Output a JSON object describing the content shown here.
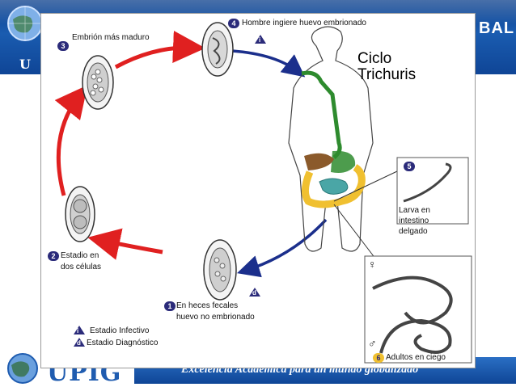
{
  "title": [
    "Ciclo",
    "Trichuris"
  ],
  "stages": [
    {
      "number": "1",
      "label": [
        "En heces fecales",
        "huevo no embrionado"
      ]
    },
    {
      "number": "2",
      "label": [
        "Estadio en",
        "dos células"
      ]
    },
    {
      "number": "3",
      "label": [
        "Embrión más maduro"
      ]
    },
    {
      "number": "4",
      "label": [
        "Hombre ingiere huevo embrionado"
      ]
    },
    {
      "number": "5",
      "label": [
        "Larva en",
        "intestino",
        "delgado"
      ]
    },
    {
      "number": "6",
      "label": [
        "Adultos en ciego"
      ]
    }
  ],
  "stage_marks": {
    "infective": "i",
    "diagnostic": "d"
  },
  "legend": {
    "infective": "Estadio Infectivo",
    "diagnostic": "Estadio Diagnóstico"
  },
  "sex_symbols": {
    "female": "♀",
    "male": "♂"
  },
  "banner": {
    "right_text": "BAL",
    "logo_letter": "U",
    "logo_name": "UPIG",
    "slogan": "Excelencia Académica para un mundo globalizado"
  },
  "colors": {
    "banner_blue": "#1a5cb0",
    "arrow_red": "#e02020",
    "arrow_blue": "#1b2f8c",
    "esophagus_green": "#2e8b2e",
    "colon_yellow": "#f0c030",
    "small_intestine_teal": "#4aa6a6",
    "liver_brown": "#8b5a2b",
    "stage_badge": "#2b2b7a"
  }
}
